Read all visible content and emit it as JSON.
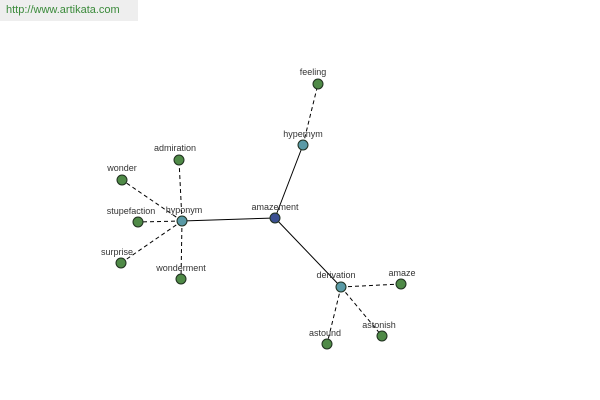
{
  "source_url": "http://www.artikata.com",
  "colors": {
    "root_node": "#3b4f91",
    "relation_node": "#5a9aa6",
    "leaf_node": "#4f8a47",
    "edge": "#000000",
    "label": "#333333"
  },
  "graph": {
    "nodes": [
      {
        "id": "amazement",
        "label": "amazement",
        "kind": "root"
      },
      {
        "id": "hyponym",
        "label": "hyponym",
        "kind": "relation"
      },
      {
        "id": "hypernym",
        "label": "hypernym",
        "kind": "relation"
      },
      {
        "id": "derivation",
        "label": "derivation",
        "kind": "relation"
      },
      {
        "id": "feeling",
        "label": "feeling",
        "kind": "leaf"
      },
      {
        "id": "admiration",
        "label": "admiration",
        "kind": "leaf"
      },
      {
        "id": "wonder",
        "label": "wonder",
        "kind": "leaf"
      },
      {
        "id": "stupefaction",
        "label": "stupefaction",
        "kind": "leaf"
      },
      {
        "id": "surprise",
        "label": "surprise",
        "kind": "leaf"
      },
      {
        "id": "wonderment",
        "label": "wonderment",
        "kind": "leaf"
      },
      {
        "id": "amaze",
        "label": "amaze",
        "kind": "leaf"
      },
      {
        "id": "astound",
        "label": "astound",
        "kind": "leaf"
      },
      {
        "id": "astonish",
        "label": "astonish",
        "kind": "leaf"
      }
    ],
    "edges": [
      {
        "from": "amazement",
        "to": "hyponym",
        "style": "solid"
      },
      {
        "from": "amazement",
        "to": "hypernym",
        "style": "solid"
      },
      {
        "from": "amazement",
        "to": "derivation",
        "style": "solid"
      },
      {
        "from": "hypernym",
        "to": "feeling",
        "style": "dashed"
      },
      {
        "from": "hyponym",
        "to": "admiration",
        "style": "dashed"
      },
      {
        "from": "hyponym",
        "to": "wonder",
        "style": "dashed"
      },
      {
        "from": "hyponym",
        "to": "stupefaction",
        "style": "dashed"
      },
      {
        "from": "hyponym",
        "to": "surprise",
        "style": "dashed"
      },
      {
        "from": "hyponym",
        "to": "wonderment",
        "style": "dashed"
      },
      {
        "from": "derivation",
        "to": "amaze",
        "style": "dashed"
      },
      {
        "from": "derivation",
        "to": "astound",
        "style": "dashed"
      },
      {
        "from": "derivation",
        "to": "astonish",
        "style": "dashed"
      }
    ]
  }
}
